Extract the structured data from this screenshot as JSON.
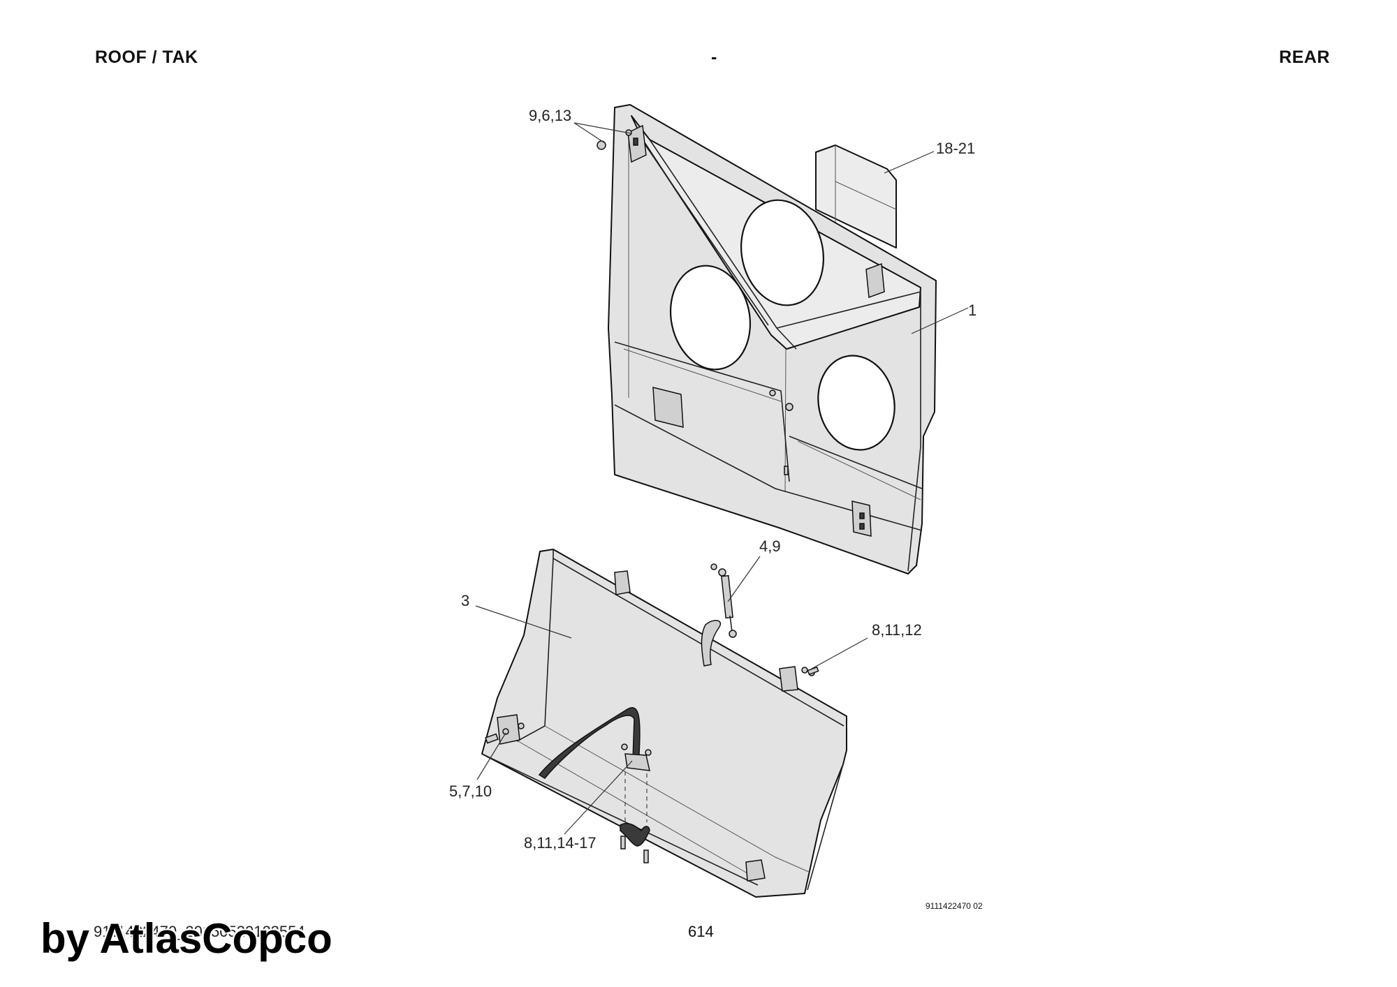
{
  "header": {
    "left": "ROOF / TAK",
    "center": "-",
    "right": "REAR"
  },
  "callouts": {
    "c_9_6_13": "9,6,13",
    "c_18_21": "18-21",
    "c_1": "1",
    "c_4_9": "4,9",
    "c_3": "3",
    "c_8_11_12": "8,11,12",
    "c_5_7_10": "5,7,10",
    "c_8_11_14_17": "8,11,14-17"
  },
  "drawing_number": "9111422470 02",
  "footer": {
    "doc_id": "9111422470_20150529123554",
    "page_number": "614"
  },
  "watermark": "by AtlasCopco"
}
